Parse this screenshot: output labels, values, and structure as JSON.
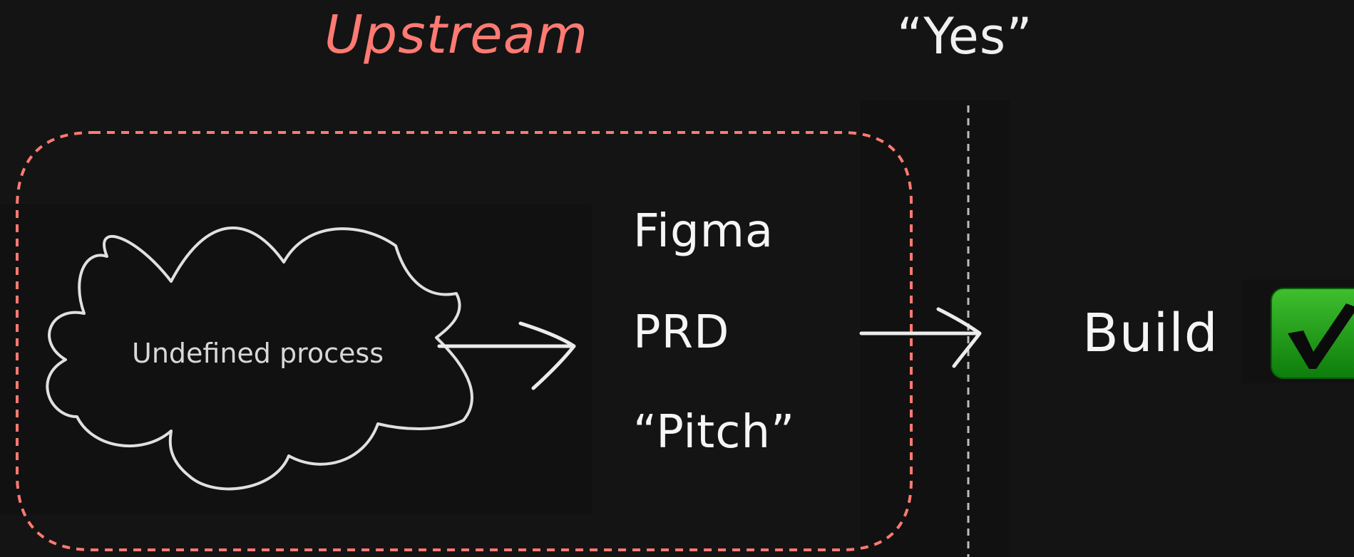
{
  "titles": {
    "upstream": "Upstream",
    "yes": "“Yes”"
  },
  "cloud": {
    "label": "Undefined process"
  },
  "artifacts": [
    "Figma",
    "PRD",
    "“Pitch”"
  ],
  "build": {
    "label": "Build"
  },
  "colors": {
    "background": "#141414",
    "panel": "#111111",
    "upstream_accent": "#ff7a72",
    "stroke": "#e8e8e8",
    "check_green": "#2fae22"
  },
  "icons": {
    "cloud": "cloud-shape",
    "arrow": "arrow-right-icon",
    "check": "checkmark-icon"
  }
}
